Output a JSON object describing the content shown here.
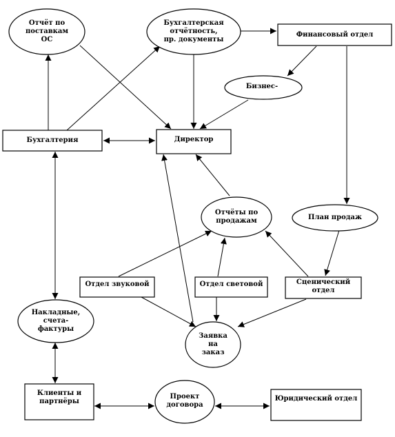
{
  "nodes": {
    "os_report": {
      "text": "Отчёт по\nпоставкам\nОС"
    },
    "accounting_docs": {
      "text": "Бухгалтерская\nотчётность,\nпр. документы"
    },
    "finance_dept": {
      "text": "Финансовый отдел"
    },
    "business": {
      "text": "Бизнес-"
    },
    "accounting": {
      "text": "Бухгалтерия"
    },
    "director": {
      "text": "Директор"
    },
    "sales_reports": {
      "text": "Отчёты по\nпродажам"
    },
    "sales_plan": {
      "text": "План продаж"
    },
    "sound_dept": {
      "text": "Отдел звуковой"
    },
    "light_dept": {
      "text": "Отдел световой"
    },
    "stage_dept": {
      "text": "Сценический\nотдел"
    },
    "invoices": {
      "text": "Накладные,\nсчета-\nфактуры"
    },
    "order": {
      "text": "Заявка\nна\nзаказ"
    },
    "clients": {
      "text": "Клиенты и\nпартнёры"
    },
    "contract_draft": {
      "text": "Проект\nдоговора"
    },
    "legal_dept": {
      "text": "Юридический отдел"
    }
  },
  "style": {
    "line_color": "#000000",
    "fill_color": "#ffffff"
  }
}
